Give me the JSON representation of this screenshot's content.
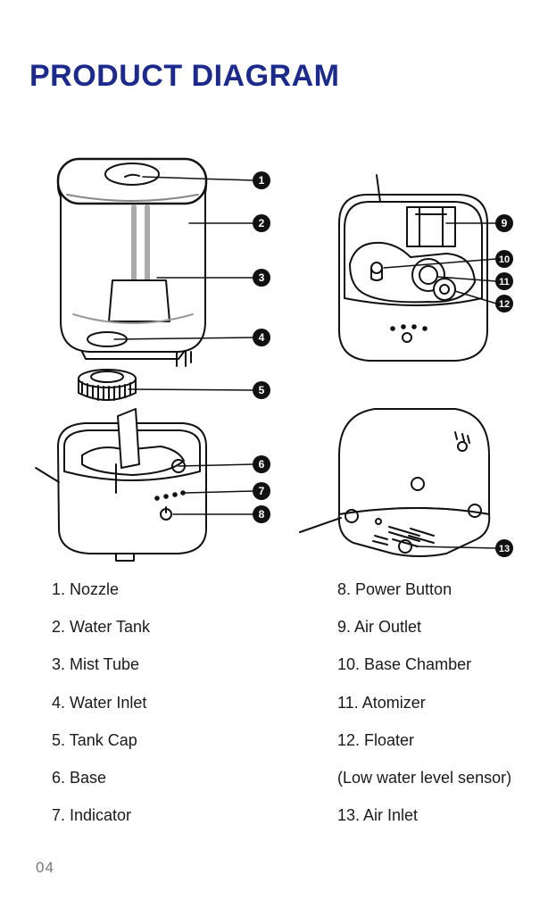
{
  "title": "PRODUCT DIAGRAM",
  "page_number": "04",
  "callouts": [
    "1",
    "2",
    "3",
    "4",
    "5",
    "6",
    "7",
    "8",
    "9",
    "10",
    "11",
    "12",
    "13"
  ],
  "legend_left": [
    "1. Nozzle",
    "2. Water Tank",
    "3. Mist Tube",
    "4. Water Inlet",
    "5. Tank Cap",
    "6. Base",
    "7. Indicator"
  ],
  "legend_right": [
    "8. Power Button",
    "9. Air Outlet",
    "10. Base Chamber",
    "11. Atomizer",
    "12. Floater",
    "(Low water level sensor)",
    "13. Air Inlet"
  ],
  "colors": {
    "title": "#1b2a8c",
    "line": "#111111",
    "badge": "#111111"
  }
}
